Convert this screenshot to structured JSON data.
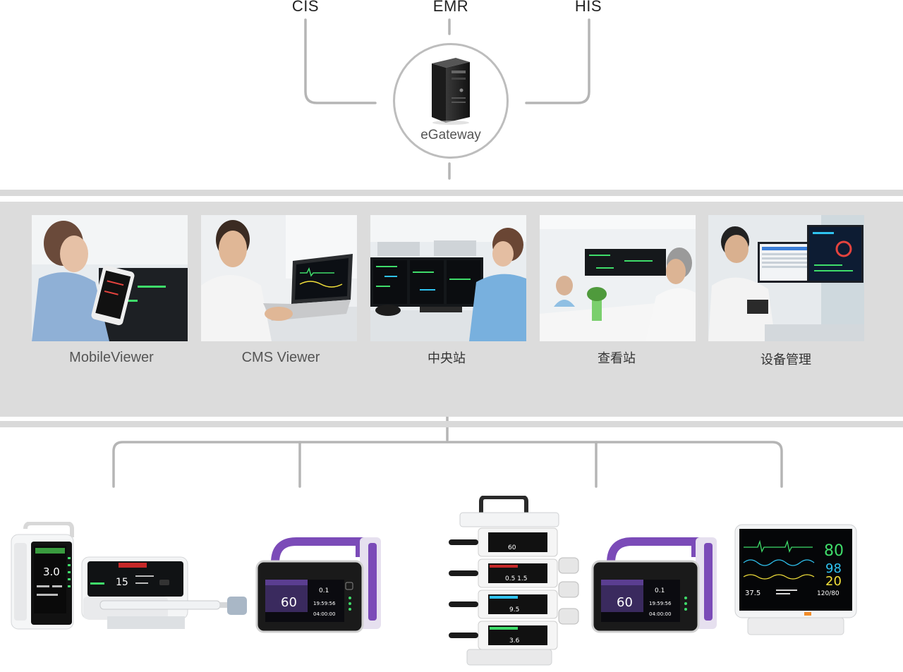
{
  "systems": {
    "cis": "CIS",
    "emr": "EMR",
    "his": "HIS"
  },
  "gateway": {
    "label": "eGateway",
    "icon": "server-tower-icon"
  },
  "stations": [
    {
      "label": "MobileViewer",
      "scene": "nurse-holding-smartphone"
    },
    {
      "label": "CMS Viewer",
      "scene": "doctor-with-laptop"
    },
    {
      "label": "中央站",
      "scene": "nurse-at-central-station"
    },
    {
      "label": "查看站",
      "scene": "doctors-in-meeting-room"
    },
    {
      "label": "设备管理",
      "scene": "doctor-at-dual-monitors"
    }
  ],
  "devices": {
    "monitor_values": {
      "hr": "80",
      "spo2": "98",
      "resp": "20",
      "temp": "37.5",
      "bp": "120/80"
    },
    "pump_rate": "60",
    "pump_rate_secondary": "0.1",
    "pump_time": "19:59:56",
    "pump_remaining": "04:00:00",
    "small_monitor_value": "3.0",
    "syringe_rate": "15"
  },
  "colors": {
    "line": "#b5b5b5",
    "band": "#dcdcdc",
    "accent_purple": "#7b4bb8",
    "monitor_green": "#3fdc6a",
    "monitor_cyan": "#2fc3f0",
    "monitor_yellow": "#f2e03a"
  }
}
